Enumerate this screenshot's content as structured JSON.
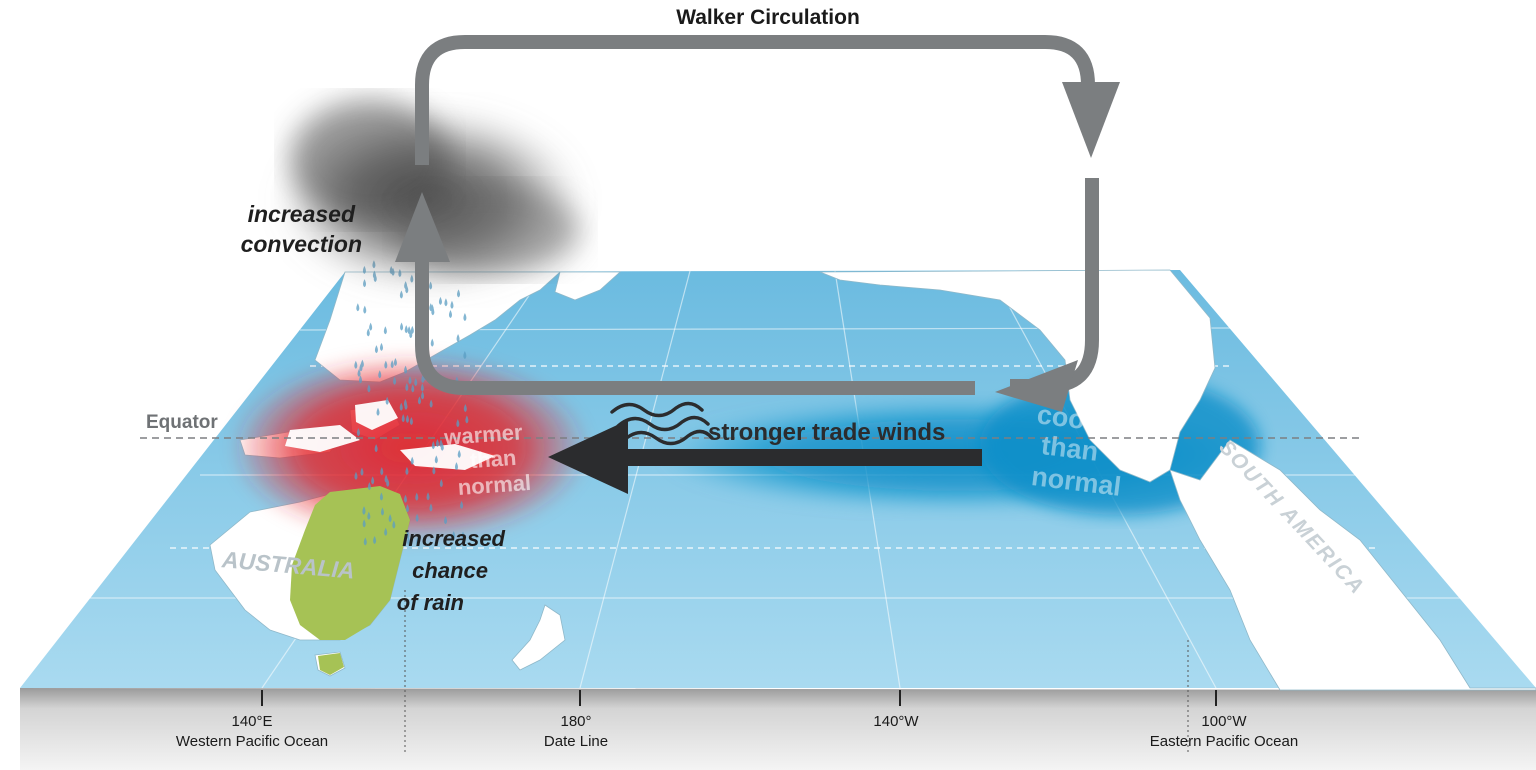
{
  "title": "Walker Circulation",
  "labels": {
    "equator": "Equator",
    "convection_line1": "increased",
    "convection_line2": "convection",
    "warm_line1": "warmer",
    "warm_line2": "than",
    "warm_line3": "normal",
    "cool_line1": "cooler",
    "cool_line2": "than",
    "cool_line3": "normal",
    "trade_winds": "stronger trade winds",
    "rain_line1": "increased",
    "rain_line2": "chance",
    "rain_line3": "of rain",
    "australia": "AUSTRALIA",
    "south_america": "SOUTH AMERICA"
  },
  "axis": {
    "ticks": [
      {
        "coord": "140°E",
        "ocean": "Western Pacific Ocean"
      },
      {
        "coord": "180°",
        "ocean": "Date Line"
      },
      {
        "coord": "140°W",
        "ocean": ""
      },
      {
        "coord": "100°W",
        "ocean": "Eastern Pacific Ocean"
      }
    ]
  },
  "colors": {
    "ocean": "#7ec5e4",
    "warm_anomaly": "#e3262c",
    "cool_anomaly": "#0a8fc9",
    "rain_land": "#a6c255",
    "circulation_arrow": "#7b7e80",
    "wind_arrow": "#2b2c2e",
    "land": "#ffffff"
  }
}
